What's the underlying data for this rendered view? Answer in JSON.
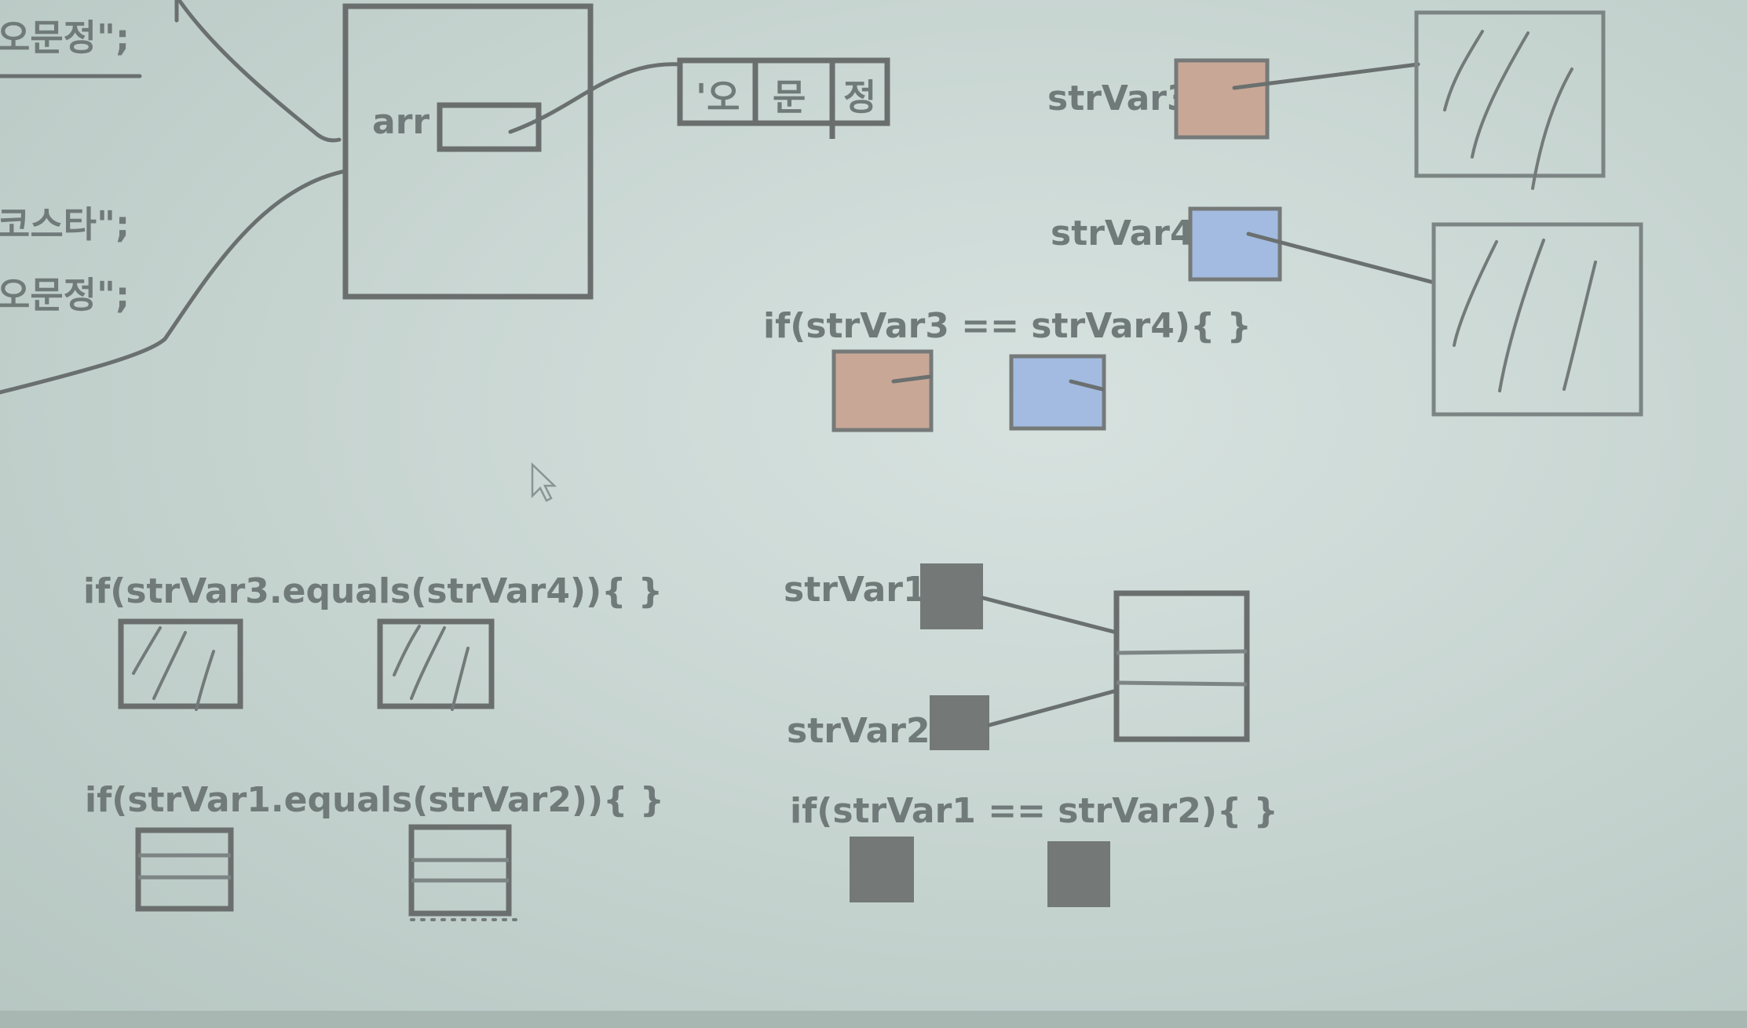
{
  "left_code": {
    "line1": "오문정\";",
    "line2": "코스타\";",
    "line3": "오문정\";"
  },
  "array_object": {
    "label": "arr",
    "chars": [
      "'오",
      "문",
      "정"
    ]
  },
  "refs": {
    "strVar1": "strVar1",
    "strVar2": "strVar2",
    "strVar3": "strVar3",
    "strVar4": "strVar4"
  },
  "conditions": {
    "ref_eq_34": "if(strVar3 == strVar4){   }",
    "equals_34": "if(strVar3.equals(strVar4)){   }",
    "equals_12": "if(strVar1.equals(strVar2)){   }",
    "ref_eq_12": "if(strVar1 == strVar2){   }"
  },
  "colors": {
    "strVar3_fill": "#c9a796",
    "strVar4_fill": "#a3bbe0",
    "strVar12_fill": "#747876",
    "line": "#6a6f6e",
    "text": "#707a78"
  }
}
